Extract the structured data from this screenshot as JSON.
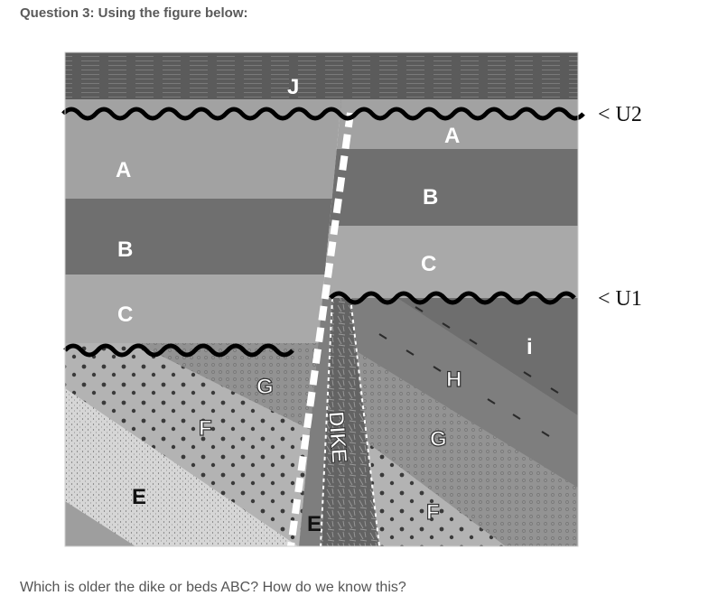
{
  "question": {
    "title": "Question 3: Using the figure below:",
    "prompt": "Which is older the dike  or beds ABC? How do we know this?"
  },
  "figure": {
    "left_block": [
      "A",
      "B",
      "C",
      "G",
      "F",
      "E"
    ],
    "right_block": [
      "A",
      "B",
      "C",
      "i",
      "H",
      "G",
      "F"
    ],
    "top_unit": "J",
    "dike_label": "DIKE",
    "dike_bottom_unit": "E",
    "unconformities": [
      "< U2",
      "< U1"
    ],
    "colors": {
      "J": "#5b5b5b",
      "A": "#a2a2a2",
      "B": "#6f6f6f",
      "C": "#a9a9a9",
      "G": "#959595",
      "F": "#b4b4b4",
      "E": "#d4d4d4",
      "H": "#7e7e7e",
      "i": "#707070",
      "dike": "#636363"
    }
  }
}
